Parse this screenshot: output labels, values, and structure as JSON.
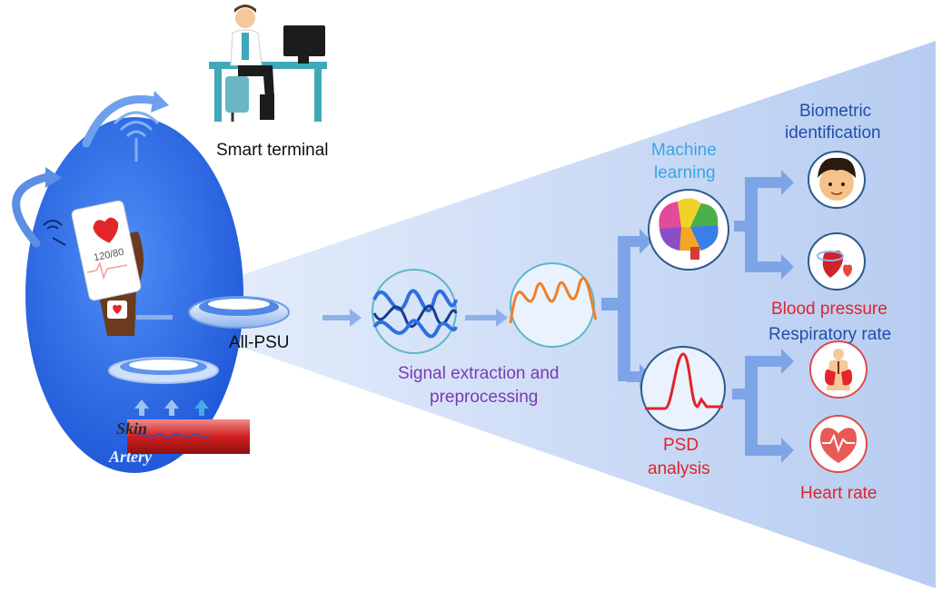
{
  "labels": {
    "smart_terminal": "Smart terminal",
    "all_psu": "All-PSU",
    "signal_line1": "Signal extraction and",
    "signal_line2": "preprocessing",
    "ml_line1": "Machine",
    "ml_line2": "learning",
    "psd_line1": "PSD",
    "psd_line2": "analysis",
    "bio_line1": "Biometric",
    "bio_line2": "identification",
    "blood_pressure": "Blood pressure",
    "respiratory_rate": "Respiratory rate",
    "heart_rate": "Heart rate",
    "skin": "Skin",
    "artery": "Artery",
    "bp_reading": "120/80"
  },
  "colors": {
    "cone": "#c9d8f3",
    "ellipse": "#2f6ee6",
    "arrow": "#8eb0ea",
    "purple": "#7a3ab5",
    "light_blue": "#3aa3e6",
    "red": "#e0242b",
    "dark_blue": "#1f4fa8"
  },
  "icons": [
    "doctor-at-computer-icon",
    "wireless-signal-icon",
    "hand-with-phone-icon",
    "sensor-disc-icon",
    "noisy-waveform-icon",
    "filtered-waveform-icon",
    "brain-icon",
    "psd-peak-icon",
    "face-icon",
    "heart-pressure-icon",
    "lungs-icon",
    "heartbeat-icon"
  ]
}
